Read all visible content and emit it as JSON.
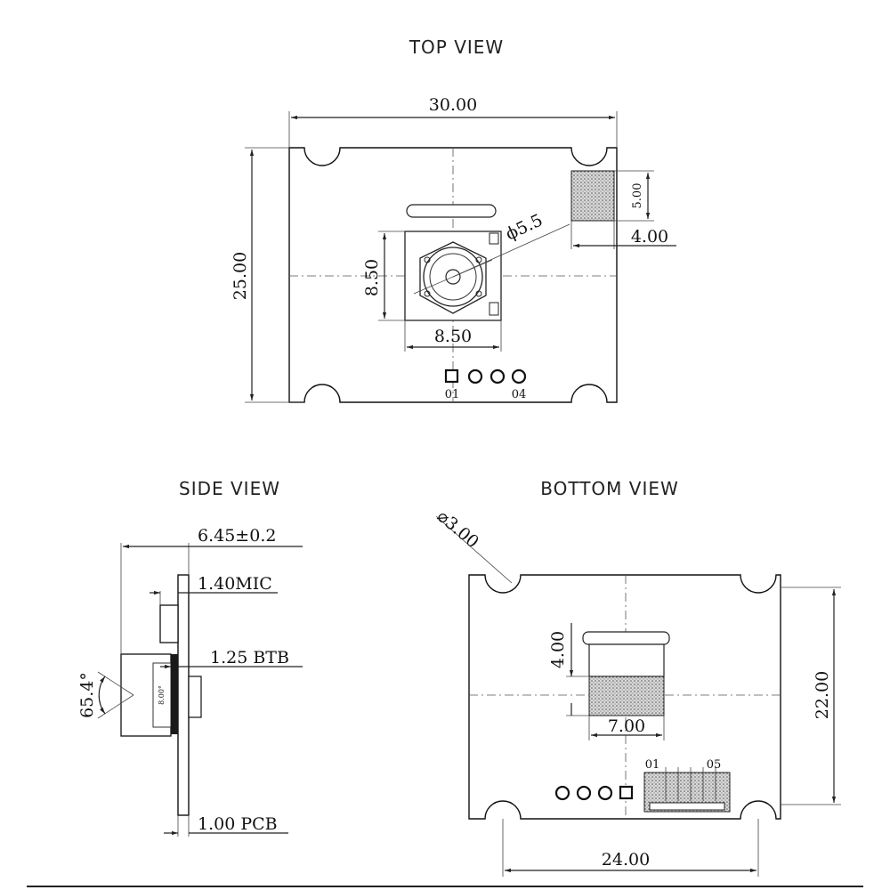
{
  "top_view": {
    "title": "TOP VIEW",
    "width": "30.00",
    "height": "25.00",
    "lens_diameter": "ϕ5.5",
    "sensor_h": "8.50",
    "sensor_w": "8.50",
    "conn_h": "5.00",
    "conn_w": "4.00",
    "pin_first": "01",
    "pin_last": "04"
  },
  "side_view": {
    "title": "SIDE VIEW",
    "total": "6.45±0.2",
    "mic": "1.40MIC",
    "btb": "1.25 BTB",
    "fov": "65.4°",
    "pcb": "1.00 PCB"
  },
  "bottom_view": {
    "title": "BOTTOM  VIEW",
    "hole": "⌀3.00",
    "conn_h": "4.00",
    "conn_w": "7.00",
    "height": "22.00",
    "width": "24.00",
    "pin_first": "01",
    "pin_last": "05"
  }
}
